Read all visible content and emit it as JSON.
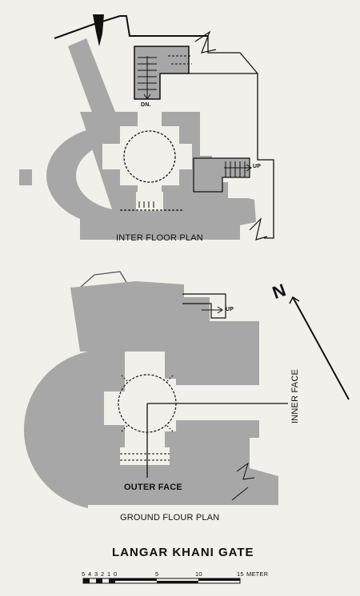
{
  "title": "LANGAR KHANI GATE",
  "plans": {
    "upper": {
      "caption": "INTER FLOOR PLAN",
      "labels": {
        "down": "DN.",
        "up": "UP"
      }
    },
    "lower": {
      "caption": "GROUND FLOUR PLAN",
      "labels": {
        "up": "UP",
        "outer_face": "OUTER FACE",
        "inner_face": "INNER FACE"
      }
    }
  },
  "north_arrow": {
    "label": "N"
  },
  "scale_bar": {
    "ticks": [
      "5",
      "4",
      "3",
      "2",
      "1",
      "0",
      "5",
      "10",
      "15"
    ],
    "unit": "METER"
  },
  "colors": {
    "paper": "#f2f0ea",
    "wall_fill": "#a7a7a7",
    "line": "#111111"
  }
}
